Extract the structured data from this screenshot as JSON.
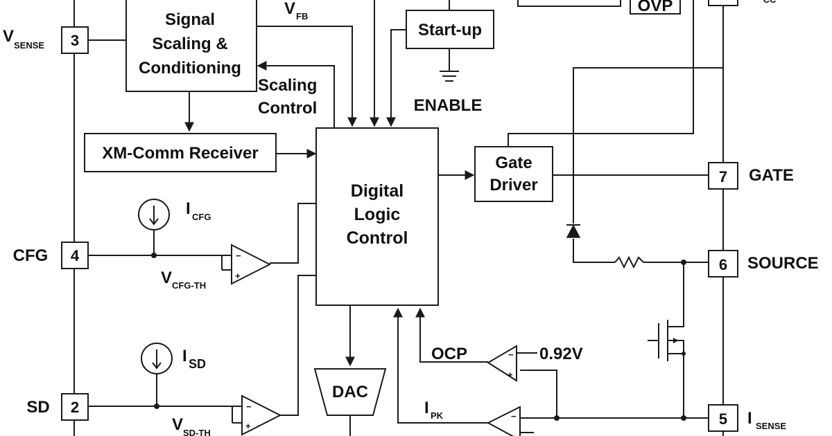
{
  "blocks": {
    "signal_scaling": [
      "Signal",
      "Scaling &",
      "Conditioning"
    ],
    "startup": "Start-up",
    "xm_receiver": "XM-Comm Receiver",
    "digital_logic": [
      "Digital",
      "Logic",
      "Control"
    ],
    "gate_driver": [
      "Gate",
      "Driver"
    ],
    "dac": "DAC",
    "ovp": "OVP"
  },
  "pins": [
    {
      "number": "3",
      "label": "V",
      "sub": "SENSE"
    },
    {
      "number": "4",
      "label": "CFG",
      "sub": ""
    },
    {
      "number": "2",
      "label": "SD",
      "sub": ""
    },
    {
      "number": "7",
      "label": "GATE",
      "sub": ""
    },
    {
      "number": "6",
      "label": "SOURCE",
      "sub": ""
    },
    {
      "number": "5",
      "label": "I",
      "sub": "SENSE"
    }
  ],
  "signals": {
    "vfb": {
      "main": "V",
      "sub": "FB"
    },
    "vcc_sub": "CC",
    "scaling_control": [
      "Scaling",
      "Control"
    ],
    "enable": "ENABLE",
    "icfg": {
      "main": "I",
      "sub": "CFG"
    },
    "isd": {
      "main": "I",
      "sub": "SD"
    },
    "vcfg_th": {
      "main": "V",
      "sub": "CFG-TH"
    },
    "vsd_th": {
      "main": "V",
      "sub": "SD-TH"
    },
    "ocp": "OCP",
    "ref_voltage": "0.92V",
    "ipk": {
      "main": "I",
      "sub": "PK"
    }
  }
}
